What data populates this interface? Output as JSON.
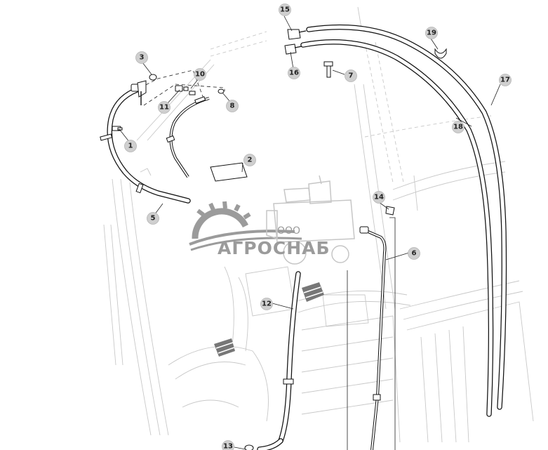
{
  "watermark": {
    "brand": "АГРОСНАБ",
    "prefix": "ООО"
  },
  "callouts": [
    {
      "id": "c1",
      "label": "1"
    },
    {
      "id": "c2",
      "label": "2"
    },
    {
      "id": "c3",
      "label": "3"
    },
    {
      "id": "c5",
      "label": "5"
    },
    {
      "id": "c6",
      "label": "6"
    },
    {
      "id": "c7",
      "label": "7"
    },
    {
      "id": "c8",
      "label": "8"
    },
    {
      "id": "c10",
      "label": "10"
    },
    {
      "id": "c11",
      "label": "11"
    },
    {
      "id": "c12",
      "label": "12"
    },
    {
      "id": "c13",
      "label": "13"
    },
    {
      "id": "c14",
      "label": "14"
    },
    {
      "id": "c15",
      "label": "15"
    },
    {
      "id": "c16",
      "label": "16"
    },
    {
      "id": "c17",
      "label": "17"
    },
    {
      "id": "c18",
      "label": "18"
    },
    {
      "id": "c19",
      "label": "19"
    }
  ],
  "colors": {
    "line": "#111111",
    "ghost": "#c8c8c8",
    "callout_fill": "#cfcfcf",
    "watermark": "#8a8a8a"
  }
}
